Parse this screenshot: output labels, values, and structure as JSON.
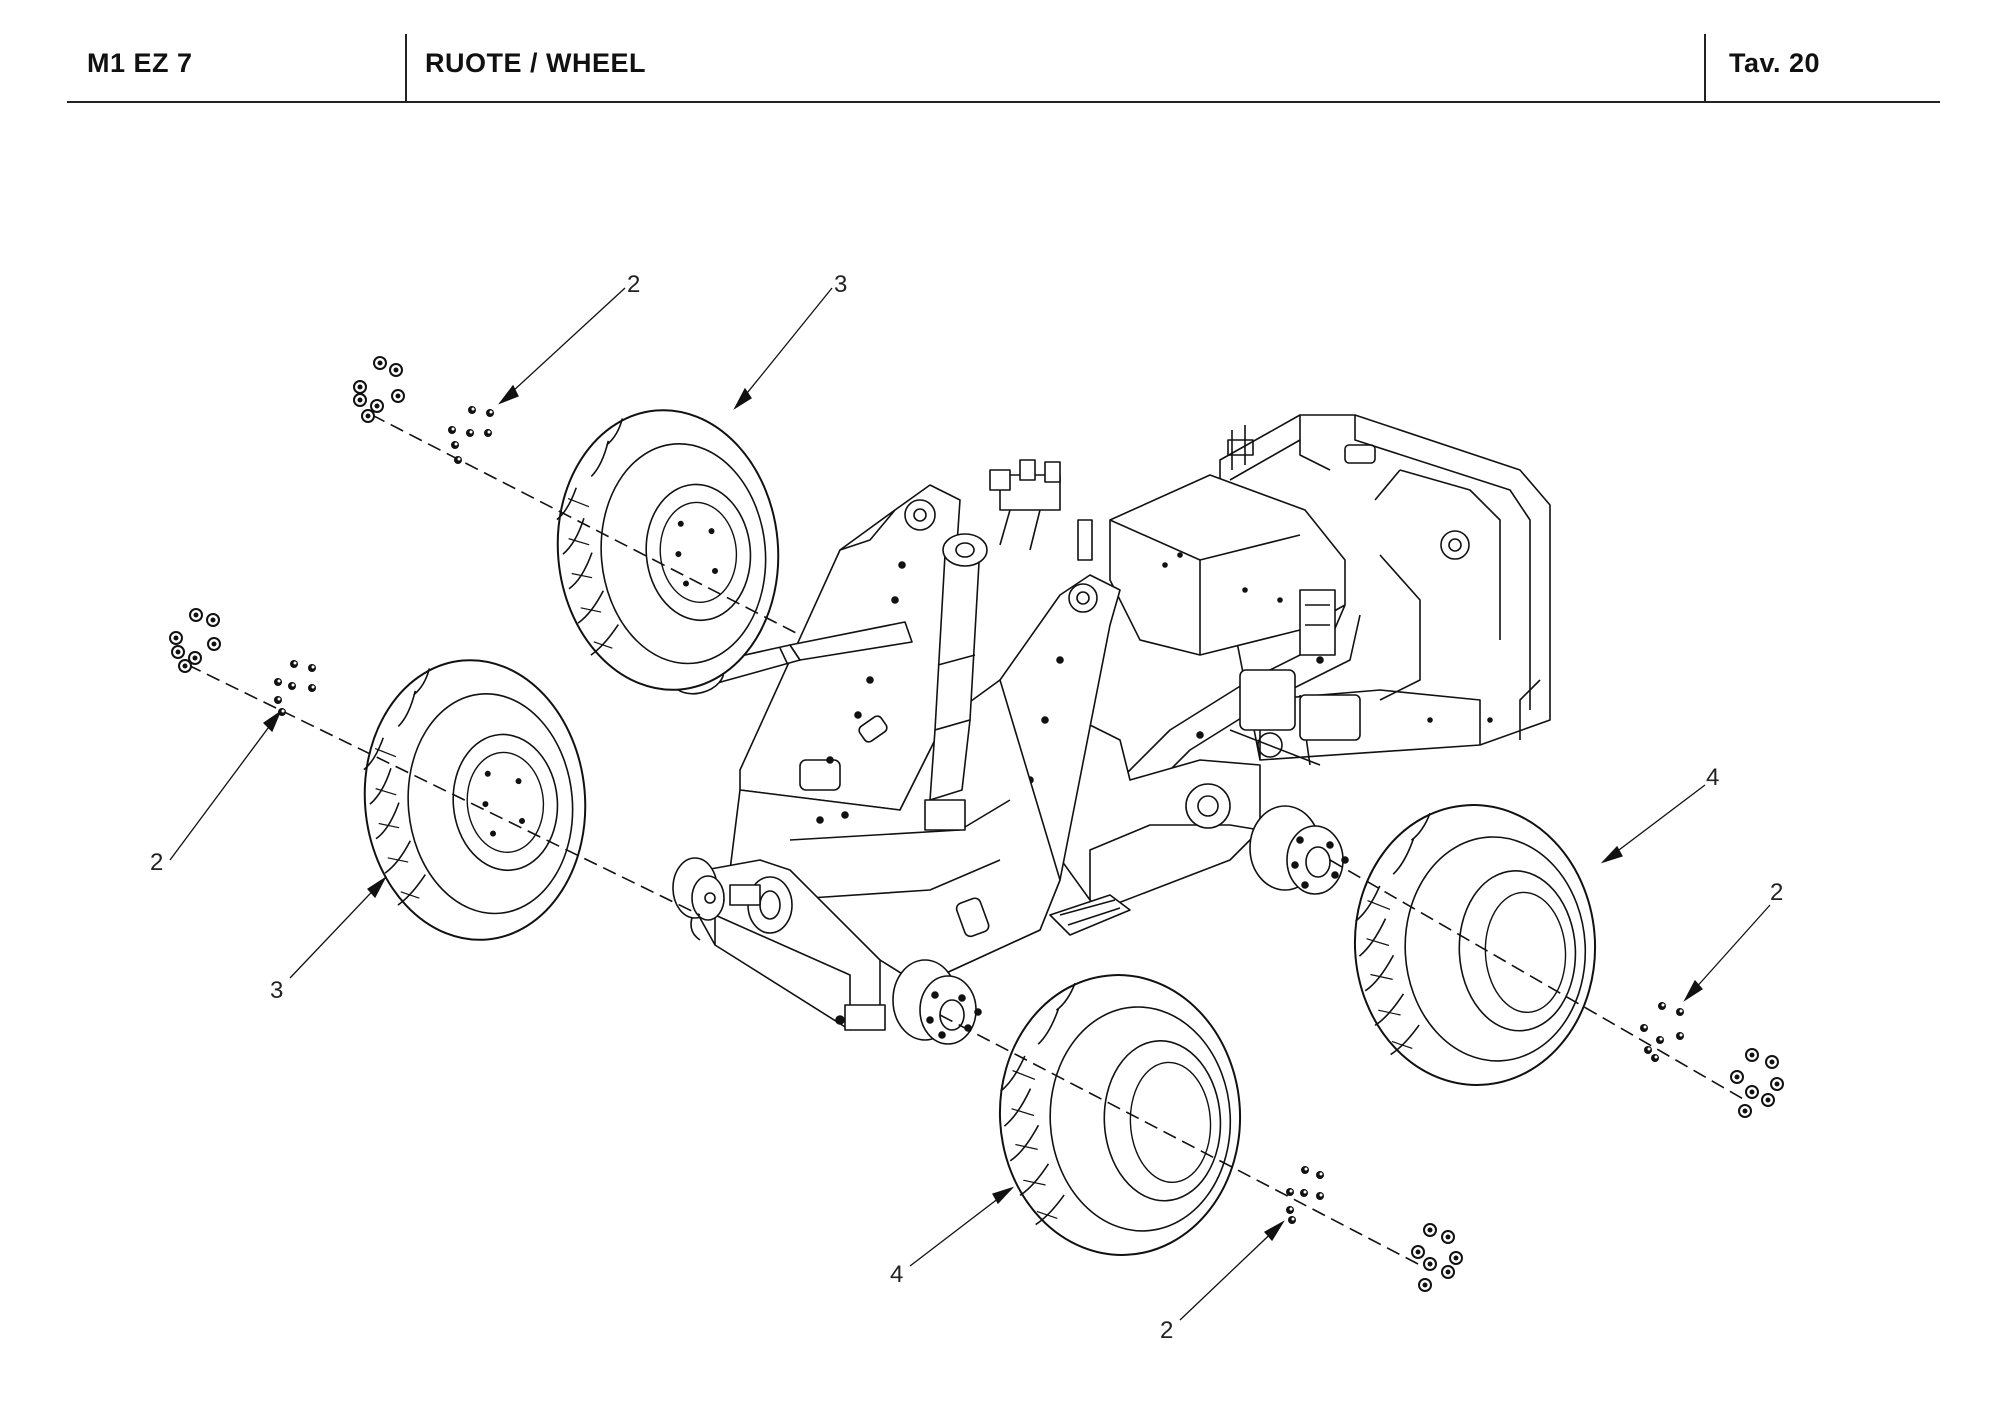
{
  "header": {
    "model": "M1 EZ 7",
    "title": "RUOTE / WHEEL",
    "table": "Tav.  20"
  },
  "callouts": [
    {
      "id": "c1",
      "label": "2"
    },
    {
      "id": "c2",
      "label": "3"
    },
    {
      "id": "c3",
      "label": "2"
    },
    {
      "id": "c4",
      "label": "3"
    },
    {
      "id": "c5",
      "label": "4"
    },
    {
      "id": "c6",
      "label": "2"
    },
    {
      "id": "c7",
      "label": "4"
    },
    {
      "id": "c8",
      "label": "2"
    }
  ]
}
